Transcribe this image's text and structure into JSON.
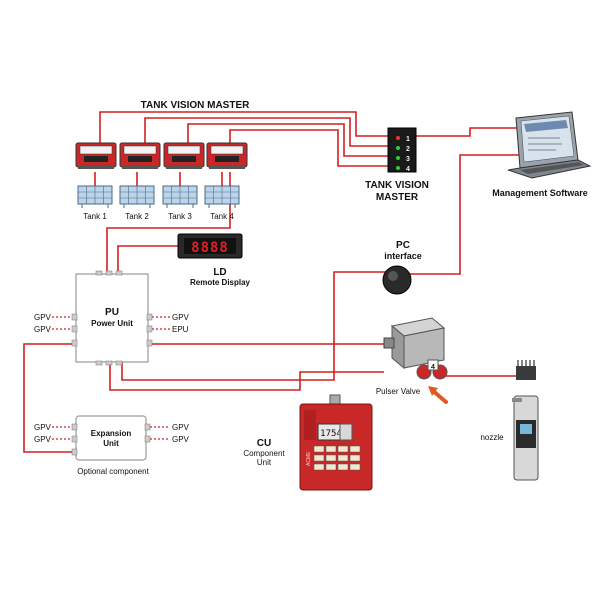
{
  "diagram": {
    "tvm_title": "TANK VISION MASTER",
    "tvm_label_line1": "TANK VISION",
    "tvm_label_line2": "MASTER",
    "tvm_ports": [
      "1",
      "2",
      "3",
      "4"
    ],
    "tanks": [
      {
        "label": "Tank 1"
      },
      {
        "label": "Tank 2"
      },
      {
        "label": "Tank 3"
      },
      {
        "label": "Tank 4"
      }
    ],
    "management_software": "Management Software",
    "remote_display": {
      "title": "LD",
      "subtitle": "Remote Display",
      "digits": "8888"
    },
    "pc_interface": {
      "line1": "PC",
      "line2": "interface"
    },
    "power_unit": {
      "title": "PU",
      "subtitle": "Power Unit"
    },
    "pu_left_ports": [
      "GPV",
      "GPV"
    ],
    "pu_right_ports": [
      "GPV",
      "EPU"
    ],
    "expansion_unit": {
      "line1": "Expansion",
      "line2": "Unit",
      "note": "Optional component"
    },
    "exp_left_ports": [
      "GPV",
      "GPV"
    ],
    "exp_right_ports": [
      "GPV",
      "GPV"
    ],
    "pulser_valve": {
      "label": "Pulser Valve",
      "badge": "4"
    },
    "nozzle": "nozzle",
    "component_unit": {
      "title": "CU",
      "line1": "Component",
      "line2": "Unit",
      "display": "1754",
      "brand": "ACME"
    },
    "colors": {
      "wire": "#d42020",
      "device_red": "#c82828",
      "dark": "#222222"
    }
  }
}
